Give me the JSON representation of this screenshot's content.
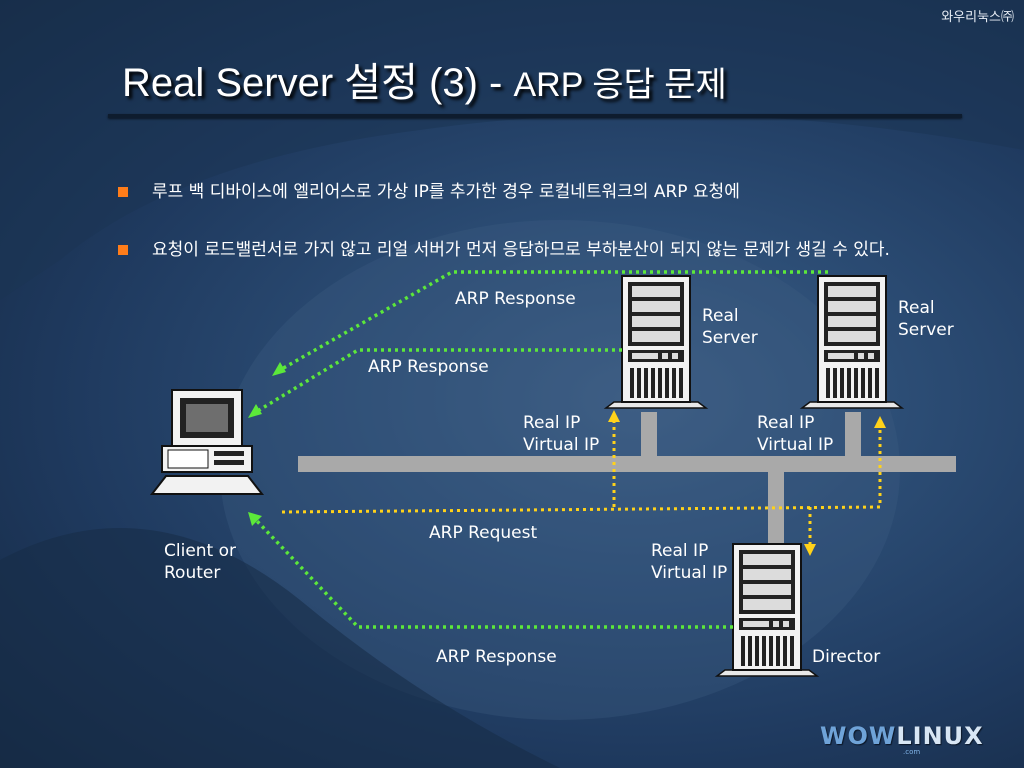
{
  "company": "와우리눅스㈜",
  "title": {
    "main": "Real Server 설정 (3) -",
    "sub": "ARP 응답 문제"
  },
  "bullets": [
    "루프 백 디바이스에 엘리어스로 가상 IP를 추가한 경우 로컬네트워크의 ARP 요청에",
    "요청이 로드밸런서로 가지 않고 리얼 서버가 먼저 응답하므로 부하분산이 되지 않는 문제가 생길 수 있다."
  ],
  "labels": {
    "arp_response_1": "ARP Response",
    "arp_response_2": "ARP Response",
    "arp_response_3": "ARP Response",
    "arp_request": "ARP Request",
    "real_server_1": "Real\nServer",
    "real_server_2": "Real\nServer",
    "rs1_ips": "Real IP\nVirtual IP",
    "rs2_ips": "Real IP\nVirtual IP",
    "director_ips": "Real IP\nVirtual IP",
    "director": "Director",
    "client": "Client or\nRouter"
  },
  "icons": {
    "server": "server-tower-icon",
    "client": "desktop-computer-icon"
  },
  "colors": {
    "green_path": "#5ce83a",
    "yellow_path": "#ffd21a",
    "network_bus": "#a9a9a9",
    "bullet_mark": "#ff7d1a"
  },
  "logo": {
    "main_w": "WOW",
    "main_l": "LINUX",
    "sub": ".com"
  }
}
